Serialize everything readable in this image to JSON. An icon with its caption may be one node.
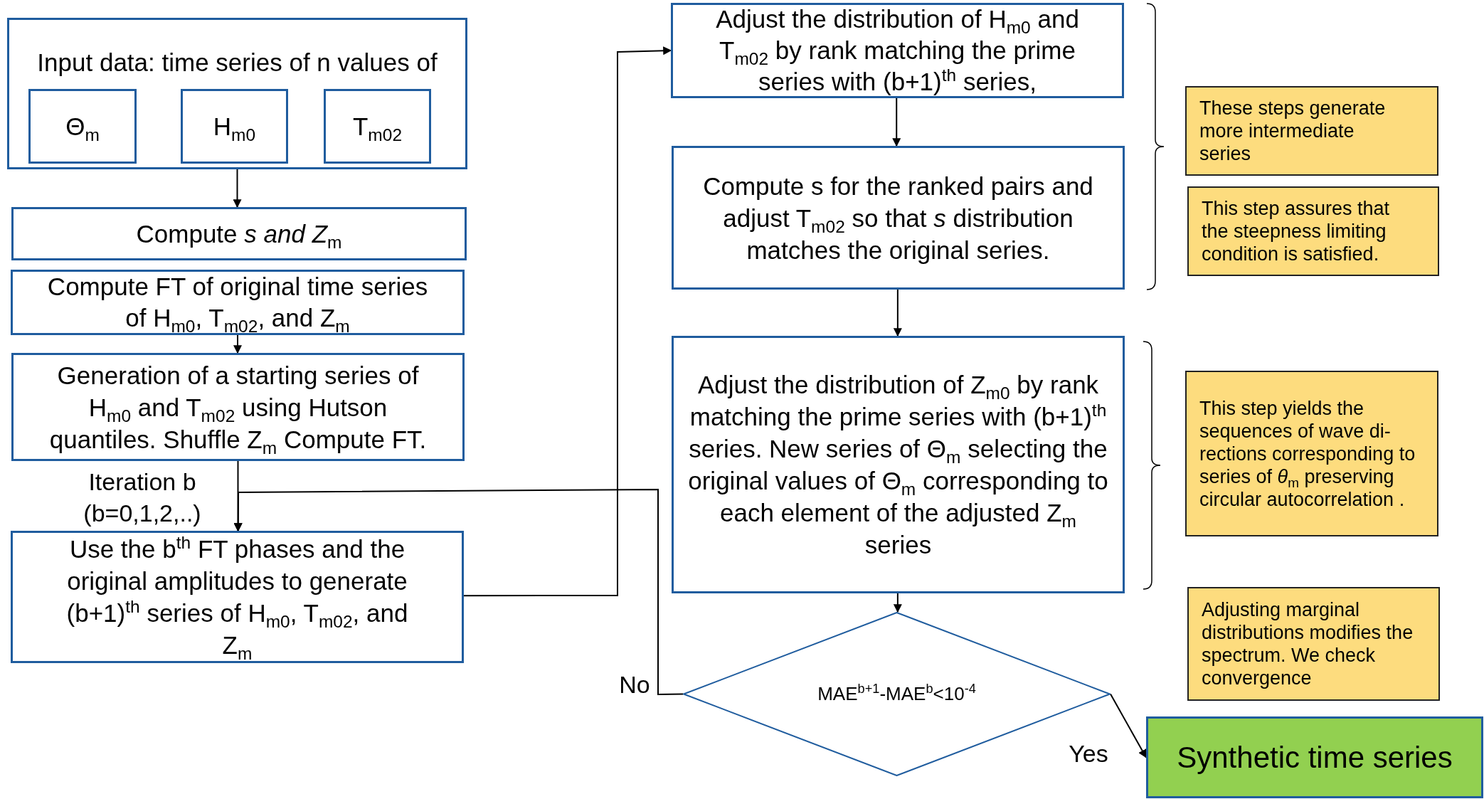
{
  "diagram": {
    "nodes": [
      {
        "text": [
          "Input data: time series of n values of"
        ]
      },
      {
        "text": [
          "Θ$_{m}$"
        ],
        "in": 0
      },
      {
        "text": [
          "H$_{m0}$"
        ],
        "in": 0
      },
      {
        "text": [
          "T$_{m02}$"
        ],
        "in": 0
      },
      {
        "text": [
          "Compute *s and Z*$_{m}$"
        ]
      },
      {
        "text": [
          "Compute FT of original time series of H$_{m0}$, T$_{m02}$, and Z$_{m}$"
        ]
      },
      {
        "text": [
          "Generation of a starting series of H$_{m0}$ and T$_{m02}$ using Hutson quantiles. Shuffle Z$_{m}$ Compute FT."
        ]
      },
      {
        "text": [
          "Use the b$^{th}$  FT phases and the original amplitudes to generate (b+1)$^{th}$ series of H$_{m0}$, T$_{m02}$, and Z$_{m}$"
        ]
      },
      {
        "text": [
          "Adjust the distribution of H$_{m0}$ and T$_{m02}$ by rank matching the prime series with (b+1)$^{th}$ series,"
        ]
      },
      {
        "text": [
          "Compute s for the ranked pairs and adjust T$_{m02}$ so that *s* distribution matches the original series."
        ]
      },
      {
        "text": [
          "Adjust the distribution of Z$_{m0}$ by rank matching the prime series with (b+1)$^{th}$ series. New series of Θ$_{m}$ selecting the original values of Θ$_{m}$ corresponding to each element of the adjusted Z$_{m}$ series"
        ]
      },
      {
        "text": [
          "MAE$^{b+1}$-MAE$^{b}$<10$^{-4}$"
        ]
      },
      {
        "text": [
          "Synthetic time series"
        ]
      },
      {
        "text": [
          "These steps generate more intermediate series"
        ]
      },
      {
        "text": [
          "This step assures that the steepness limiting condition is satisfied."
        ]
      },
      {
        "text": [
          "This step yields the sequences of wave di- rections corresponding to series of *θ*$_{m}$ preserving circular autocorrelation ."
        ]
      },
      {
        "text": [
          "Adjusting marginal distributions modifies the spectrum. We check convergence"
        ]
      }
    ],
    "edges": [
      {
        "from": 0,
        "to": 4,
        "arrow": "to"
      },
      {
        "from": 5,
        "to": 6,
        "arrow": "to"
      },
      {
        "from": 6,
        "to": 7,
        "arrow": "to",
        "label": "Iteration b (b=0,1,2,..)"
      },
      {
        "from": 7,
        "to": 8,
        "arrow": "to"
      },
      {
        "from": 8,
        "to": 9,
        "arrow": "to"
      },
      {
        "from": 9,
        "to": 10,
        "arrow": "to"
      },
      {
        "from": 10,
        "to": 11,
        "arrow": "to"
      },
      {
        "from": 11,
        "to": 12,
        "arrow": "to",
        "label": "Yes"
      },
      {
        "from": 11,
        "to": 7,
        "arrow": "to",
        "label": "No"
      }
    ]
  }
}
